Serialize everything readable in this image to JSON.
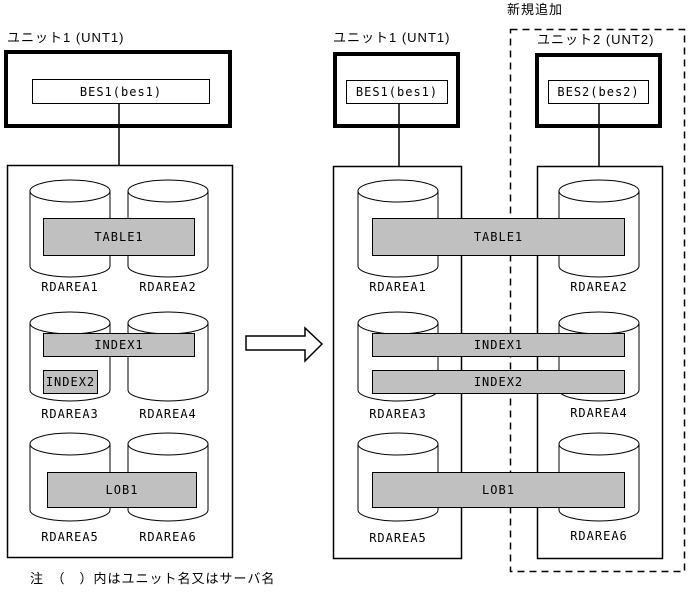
{
  "note": "注　（　）内はユニット名又はサーバ名",
  "annotation": "新規追加",
  "before": {
    "unit_label": "ユニット1 (UNT1)",
    "server_label": "BES1(bes1)",
    "bars": {
      "table1": "TABLE1",
      "index1": "INDEX1",
      "index2": "INDEX2",
      "lob1": "LOB1"
    },
    "rdareas": [
      "RDAREA1",
      "RDAREA2",
      "RDAREA3",
      "RDAREA4",
      "RDAREA5",
      "RDAREA6"
    ]
  },
  "after": {
    "unit1": {
      "label": "ユニット1 (UNT1)",
      "server_label": "BES1(bes1)",
      "rdareas": [
        "RDAREA1",
        "RDAREA3",
        "RDAREA5"
      ]
    },
    "unit2": {
      "label": "ユニット2 (UNT2)",
      "server_label": "BES2(bes2)",
      "rdareas": [
        "RDAREA2",
        "RDAREA4",
        "RDAREA6"
      ]
    },
    "bars": {
      "table1": "TABLE1",
      "index1": "INDEX1",
      "index2": "INDEX2",
      "lob1": "LOB1"
    }
  },
  "colors": {
    "bar_fill": "#c0c0c0",
    "stroke": "#000000",
    "background": "#ffffff"
  }
}
